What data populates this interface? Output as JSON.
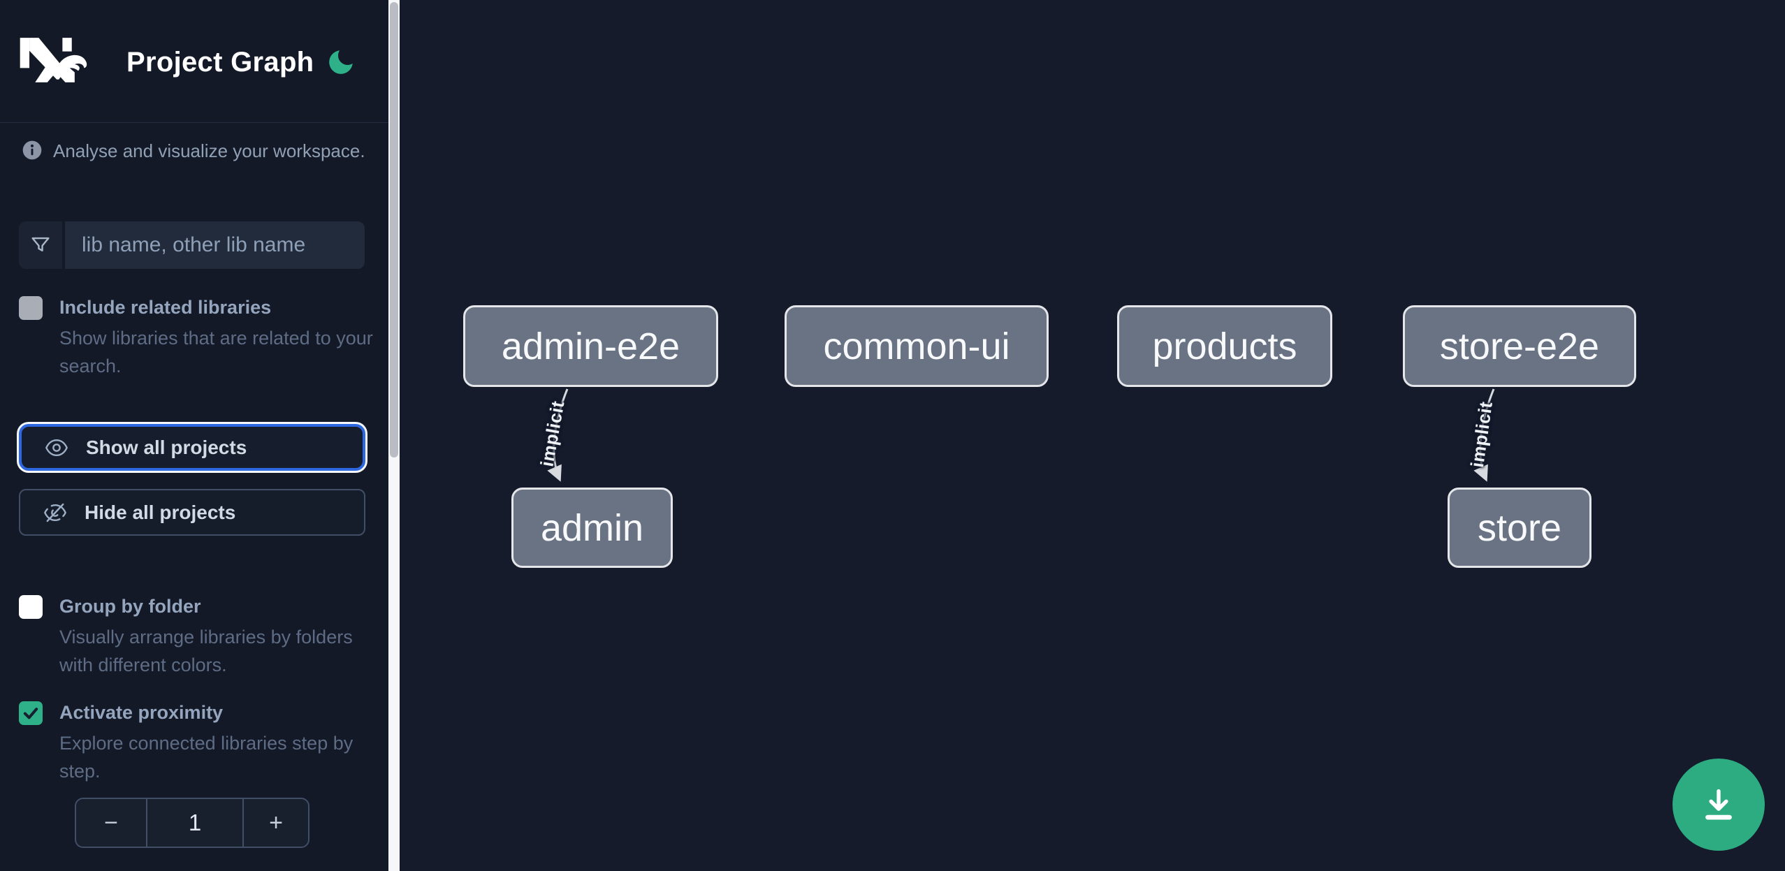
{
  "app": {
    "title": "Project Graph"
  },
  "sidebar": {
    "tagline": "Analyse and visualize your workspace.",
    "filter": {
      "placeholder": "lib name, other lib name",
      "value": ""
    },
    "options": [
      {
        "label": "Include related libraries",
        "description": "Show libraries that are related to your search.",
        "checked": false
      },
      {
        "label": "Group by folder",
        "description": "Visually arrange libraries by folders with different colors.",
        "checked": false
      },
      {
        "label": "Activate proximity",
        "description": "Explore connected libraries step by step.",
        "checked": true
      }
    ],
    "actions": {
      "show_all": "Show all projects",
      "hide_all": "Hide all projects"
    },
    "stepper": {
      "decrement_label": "−",
      "value": "1",
      "increment_label": "+"
    }
  },
  "graph": {
    "nodes": [
      {
        "label": "admin-e2e"
      },
      {
        "label": "common-ui"
      },
      {
        "label": "products"
      },
      {
        "label": "store-e2e"
      },
      {
        "label": "admin"
      },
      {
        "label": "store"
      }
    ],
    "edges": [
      {
        "from": "admin-e2e",
        "to": "admin",
        "label": "implicit"
      },
      {
        "from": "store-e2e",
        "to": "store",
        "label": "implicit"
      }
    ]
  },
  "icons": {
    "logo": "nx-logo",
    "theme_toggle": "moon-icon",
    "tagline": "info-circle-icon",
    "filter": "funnel-icon",
    "show_all": "eye-icon",
    "hide_all": "eye-off-icon",
    "checked": "checkmark-icon",
    "fab": "download-icon"
  },
  "colors": {
    "accent_teal": "#2eb189",
    "focus_ring_blue": "#2d68e0",
    "sidebar_bg": "#131927",
    "canvas_bg": "#151b2b",
    "node_fill": "#6a7384",
    "node_border": "#e4e6ea",
    "edge": "#d7dade"
  }
}
